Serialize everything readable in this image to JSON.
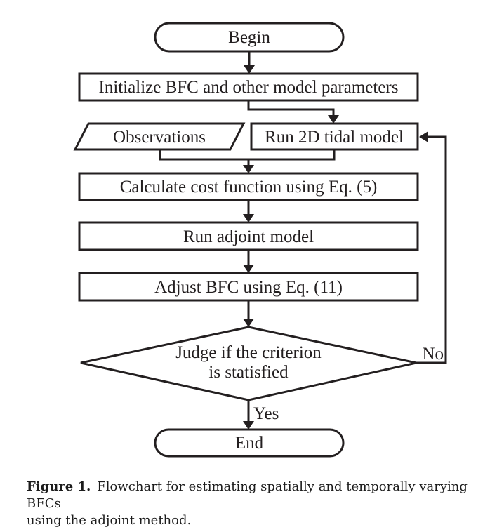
{
  "flowchart": {
    "nodes": {
      "begin": "Begin",
      "initialize": "Initialize BFC and other model parameters",
      "observations": "Observations",
      "run_tidal": "Run 2D tidal model",
      "cost_function": "Calculate cost function using Eq. (5)",
      "run_adjoint": "Run adjoint model",
      "adjust_bfc": "Adjust BFC using Eq. (11)",
      "judge_line1": "Judge if the criterion",
      "judge_line2": "is statisfied",
      "end": "End"
    },
    "edge_labels": {
      "yes": "Yes",
      "no": "No"
    },
    "colors": {
      "stroke": "#231f20",
      "node_fill": "#ffffff",
      "text": "#231f20"
    }
  },
  "figure": {
    "caption_label": "Figure 1.",
    "caption_line1": "Flowchart for estimating spatially and temporally varying BFCs",
    "caption_line2": "using the adjoint method."
  }
}
